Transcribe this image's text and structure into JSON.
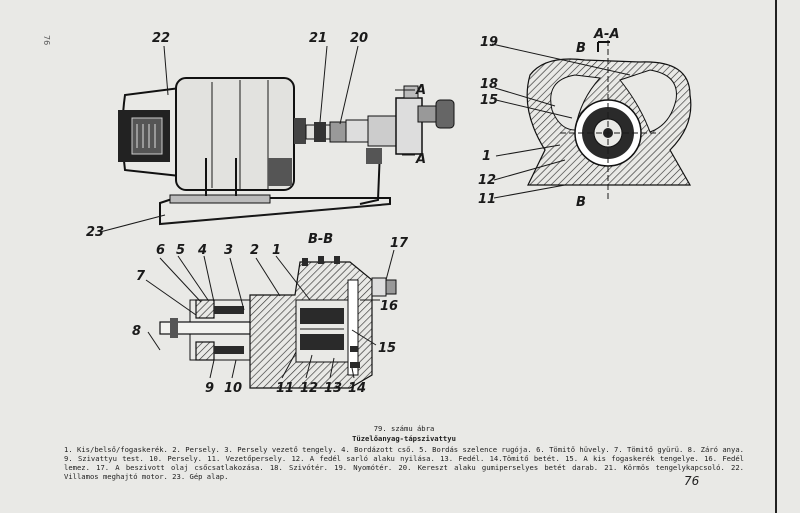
{
  "corner_note": "76",
  "section_labels": {
    "aa": "A-A",
    "bb": "B-B"
  },
  "cut_letters": {
    "a": "A",
    "b": "B"
  },
  "callouts": {
    "p1": "1",
    "p2": "2",
    "p3": "3",
    "p4": "4",
    "p5": "5",
    "p6": "6",
    "p7": "7",
    "p8": "8",
    "p9": "9",
    "p10": "10",
    "p11": "11",
    "p12": "12",
    "p13": "13",
    "p14": "14",
    "p15": "15",
    "p16": "16",
    "p17": "17",
    "p18": "18",
    "p19": "19",
    "p20": "20",
    "p21": "21",
    "p22": "22",
    "p23": "23"
  },
  "caption": {
    "figure_number": "79. számu ábra",
    "title": "Tüzelőanyag-tápszivattyu",
    "legend": "1. Kis/belső/fogaskerék. 2. Persely. 3. Persely vezető tengely. 4. Bordázott cső. 5. Bordás szelence rugója. 6. Tömitő hüvely. 7. Tömitő gyürü. 8. Záró anya. 9. Szivattyu test. 10. Persely. 11. Vezetőpersely. 12. A fedél sarló alaku nyilása. 13. Fedél. 14.Tömitő betét. 15. A kis fogaskerék tengelye. 16. Fedél lemez. 17. A beszivott olaj csőcsatlakozása. 18. Szivótér. 19. Nyomótér. 20. Kereszt alaku gumiperselyes betét darab. 21. Körmös tengelykapcsoló. 22. Villamos meghajtó motor. 23. Gép alap."
  },
  "page_number": "76"
}
